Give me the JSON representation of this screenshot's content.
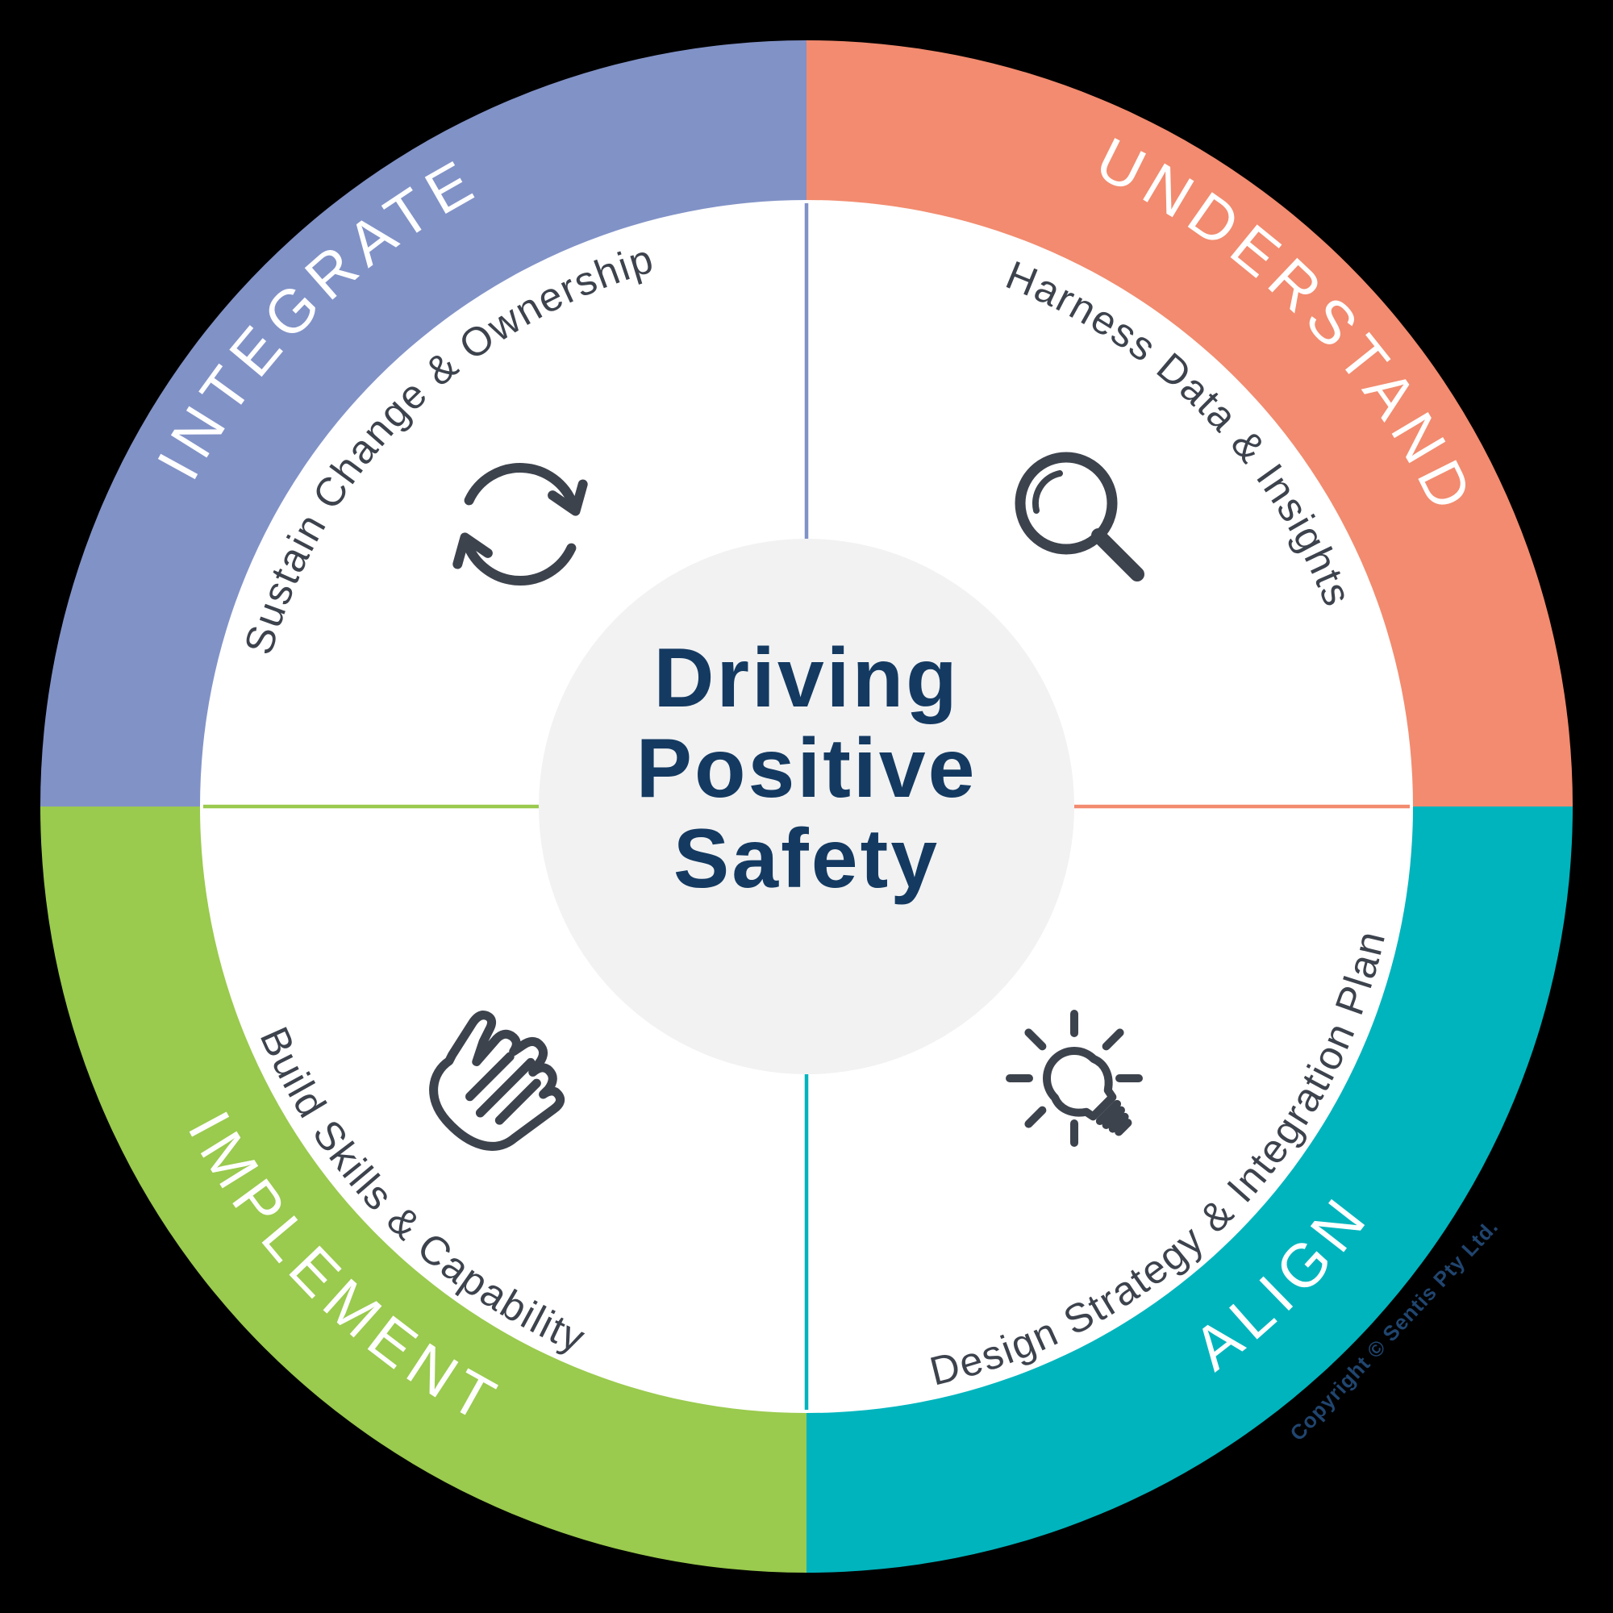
{
  "title": "Driving Positive Safety",
  "background_color": "#000000",
  "center": {
    "line1": "Driving",
    "line2": "Positive",
    "line3": "Safety",
    "text_color": "#143a61",
    "circle_color": "#f2f2f3"
  },
  "quadrants": [
    {
      "label": "INTEGRATE",
      "sublabel": "Sustain Change & Ownership",
      "color": "#8192c7",
      "icon": "sync-arrows-icon",
      "position": "top-left"
    },
    {
      "label": "UNDERSTAND",
      "sublabel": "Harness Data & Insights",
      "color": "#f28b6f",
      "icon": "magnifying-glass-icon",
      "position": "top-right"
    },
    {
      "label": "IMPLEMENT",
      "sublabel": "Build Skills & Capability",
      "color": "#9aca4e",
      "icon": "hand-icon",
      "position": "bottom-left"
    },
    {
      "label": "ALIGN",
      "sublabel": "Design Strategy & Integration Plan",
      "color": "#00b4bd",
      "icon": "lightbulb-icon",
      "position": "bottom-right"
    }
  ],
  "ring_label_color": "#ffffff",
  "detail_color": "#3d434d",
  "copyright": "Copyright © Sentis Pty Ltd.",
  "copyright_color": "#20456f"
}
